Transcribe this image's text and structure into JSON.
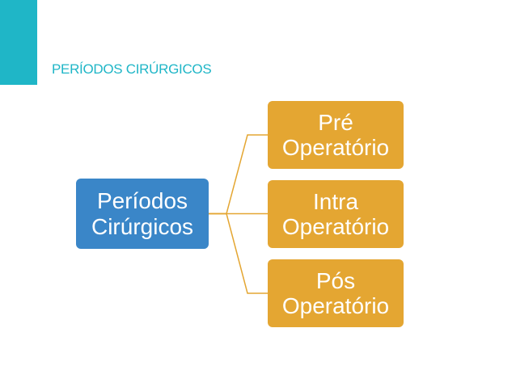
{
  "page": {
    "title": "PERÍODOS CIRÚRGICOS"
  },
  "diagram": {
    "root": {
      "line1": "Períodos",
      "line2": "Cirúrgicos"
    },
    "children": [
      {
        "line1": "Pré",
        "line2": "Operatório"
      },
      {
        "line1": "Intra",
        "line2": "Operatório"
      },
      {
        "line1": "Pós",
        "line2": "Operatório"
      }
    ]
  },
  "colors": {
    "accent": "#1fb6c7",
    "root_fill": "#3a86c8",
    "child_fill": "#e4a632",
    "connector": "#e4a632"
  }
}
